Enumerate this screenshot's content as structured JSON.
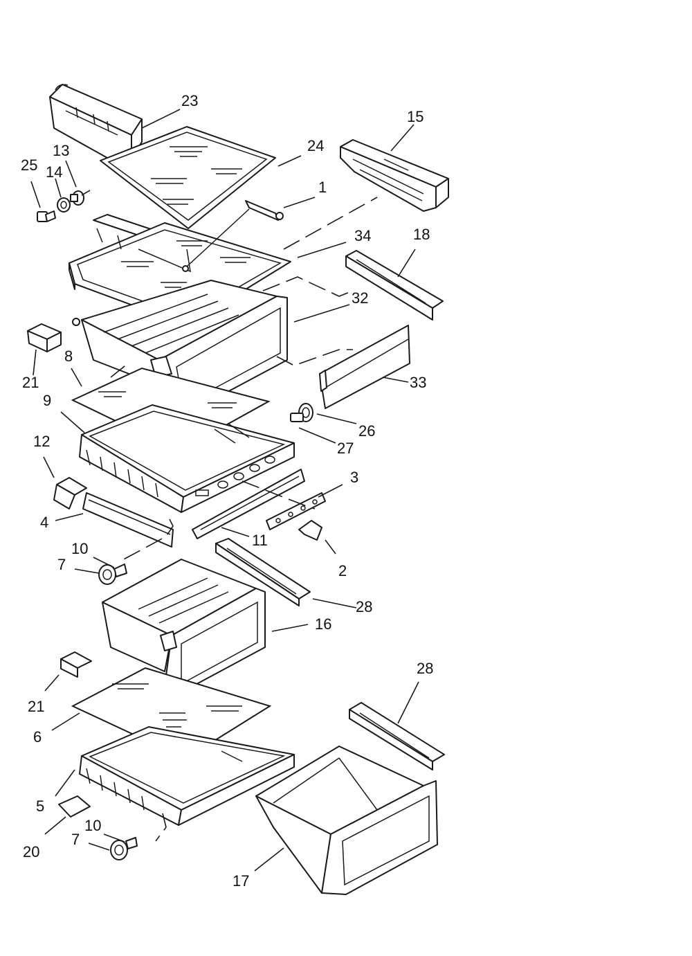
{
  "callouts": [
    {
      "id": "c23",
      "text": "23"
    },
    {
      "id": "c15",
      "text": "15"
    },
    {
      "id": "c24",
      "text": "24"
    },
    {
      "id": "c13",
      "text": "13"
    },
    {
      "id": "c25",
      "text": "25"
    },
    {
      "id": "c14",
      "text": "14"
    },
    {
      "id": "c1",
      "text": "1"
    },
    {
      "id": "c34",
      "text": "34"
    },
    {
      "id": "c18",
      "text": "18"
    },
    {
      "id": "c32",
      "text": "32"
    },
    {
      "id": "c21a",
      "text": "21"
    },
    {
      "id": "c8",
      "text": "8"
    },
    {
      "id": "c33",
      "text": "33"
    },
    {
      "id": "c9",
      "text": "9"
    },
    {
      "id": "c26",
      "text": "26"
    },
    {
      "id": "c27",
      "text": "27"
    },
    {
      "id": "c12",
      "text": "12"
    },
    {
      "id": "c3",
      "text": "3"
    },
    {
      "id": "c4",
      "text": "4"
    },
    {
      "id": "c11",
      "text": "11"
    },
    {
      "id": "c10a",
      "text": "10"
    },
    {
      "id": "c2",
      "text": "2"
    },
    {
      "id": "c7a",
      "text": "7"
    },
    {
      "id": "c28a",
      "text": "28"
    },
    {
      "id": "c16",
      "text": "16"
    },
    {
      "id": "c28b",
      "text": "28"
    },
    {
      "id": "c21b",
      "text": "21"
    },
    {
      "id": "c6",
      "text": "6"
    },
    {
      "id": "c5",
      "text": "5"
    },
    {
      "id": "c10b",
      "text": "10"
    },
    {
      "id": "c20",
      "text": "20"
    },
    {
      "id": "c7b",
      "text": "7"
    },
    {
      "id": "c17",
      "text": "17"
    }
  ]
}
